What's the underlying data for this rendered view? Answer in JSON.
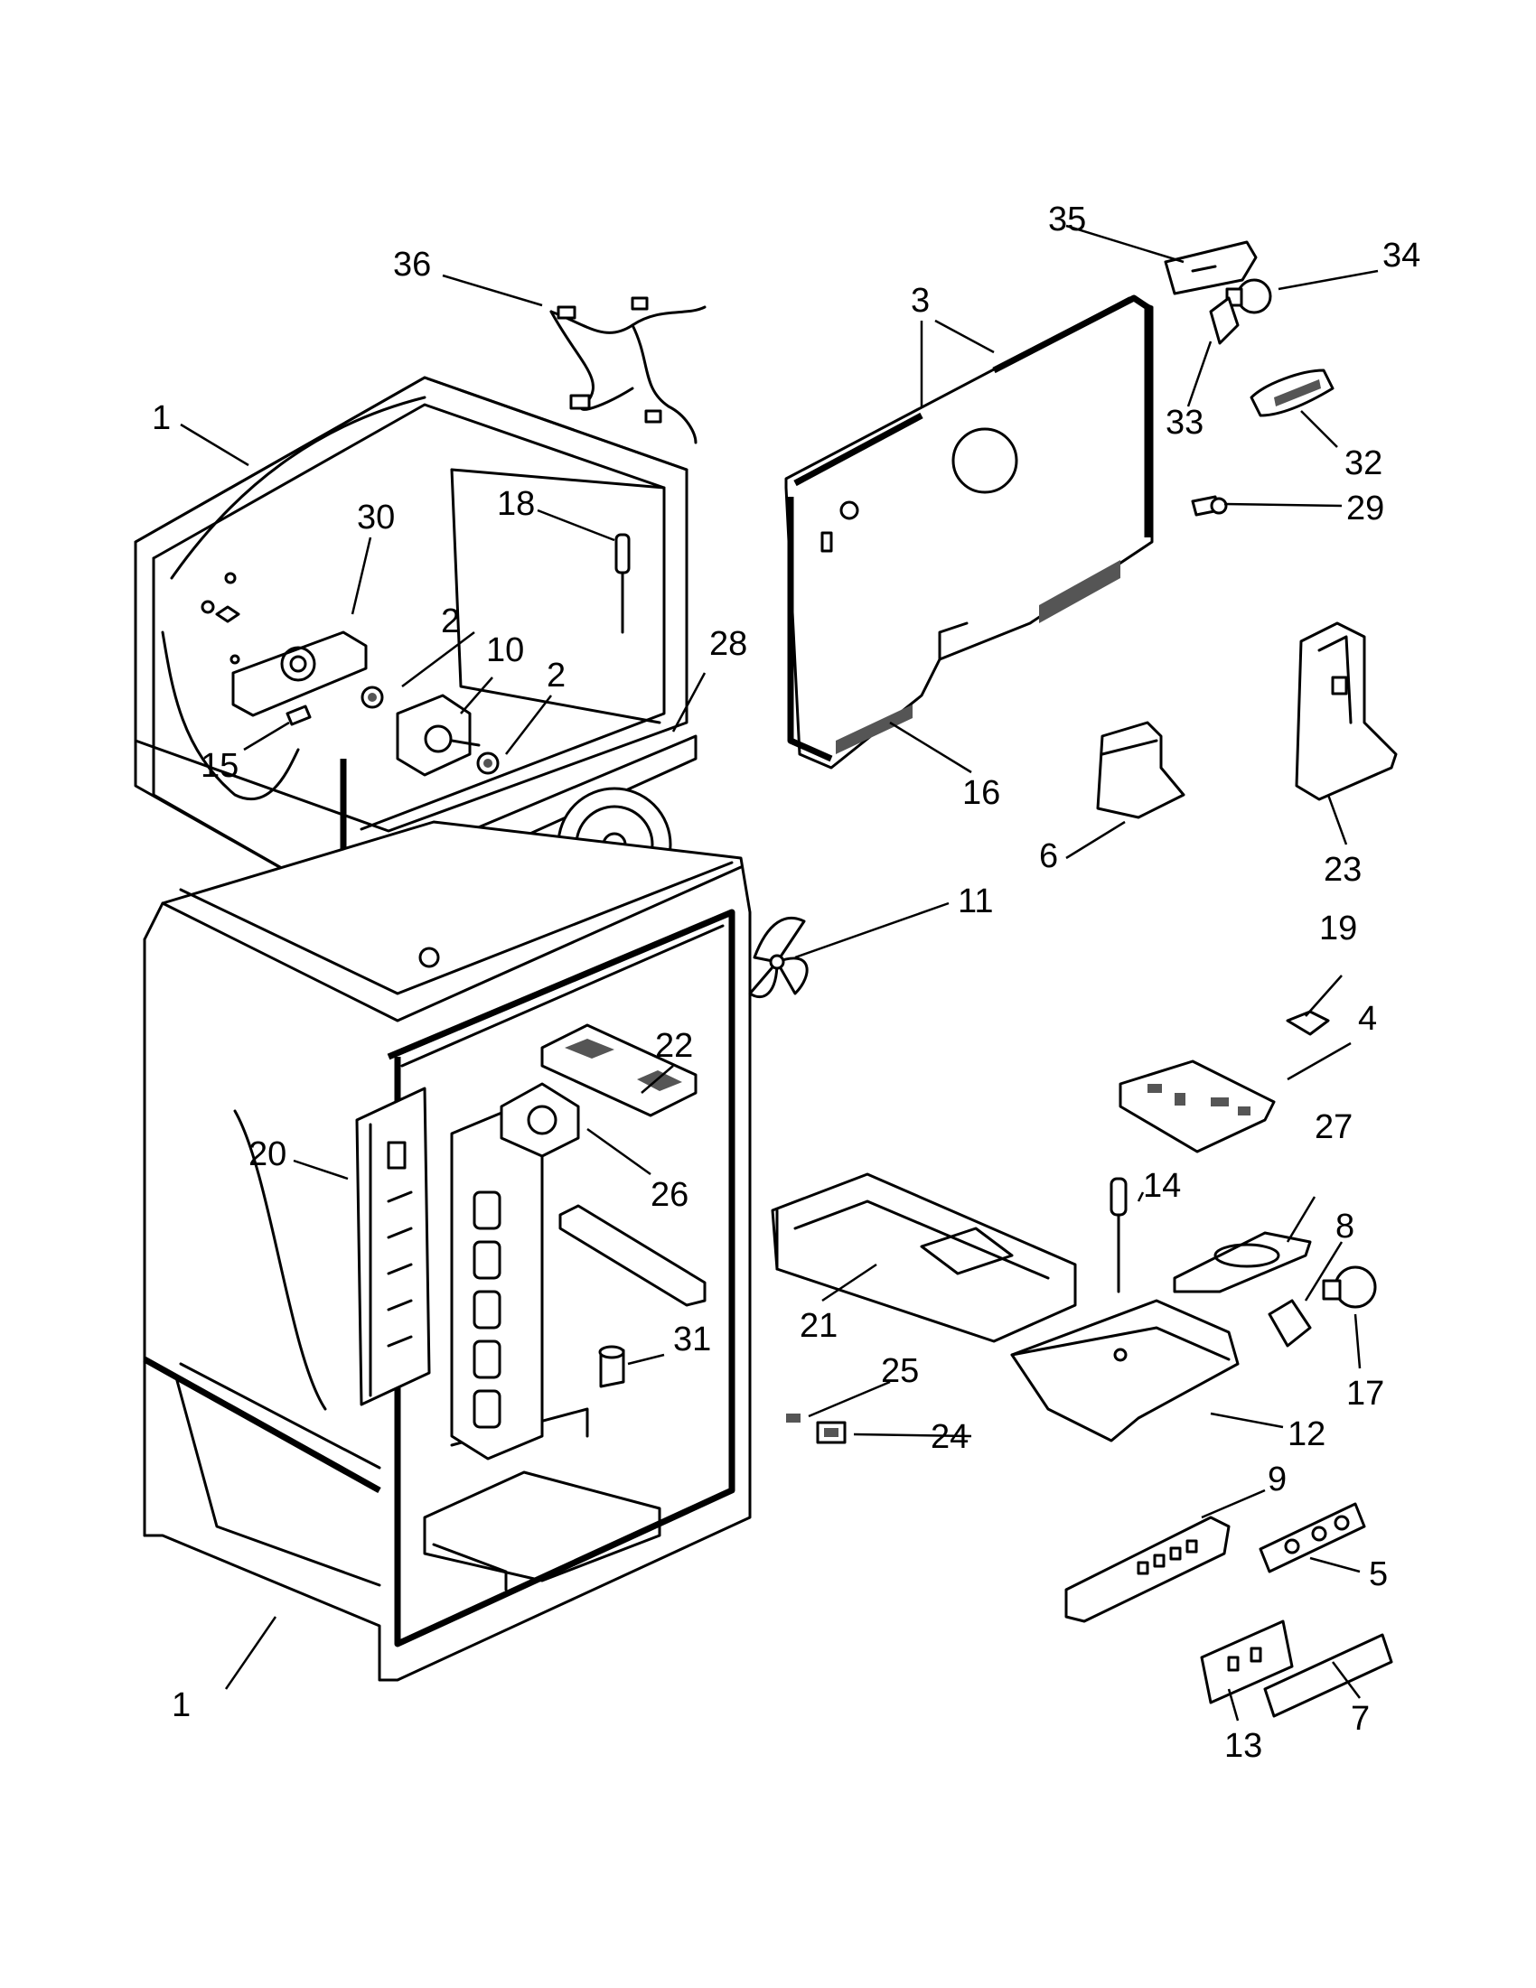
{
  "callouts": [
    {
      "id": "c1a",
      "text": "1"
    },
    {
      "id": "c1b",
      "text": "1"
    },
    {
      "id": "c2a",
      "text": "2"
    },
    {
      "id": "c2b",
      "text": "2"
    },
    {
      "id": "c3",
      "text": "3"
    },
    {
      "id": "c4",
      "text": "4"
    },
    {
      "id": "c5",
      "text": "5"
    },
    {
      "id": "c6",
      "text": "6"
    },
    {
      "id": "c7",
      "text": "7"
    },
    {
      "id": "c8",
      "text": "8"
    },
    {
      "id": "c9",
      "text": "9"
    },
    {
      "id": "c10",
      "text": "10"
    },
    {
      "id": "c11",
      "text": "11"
    },
    {
      "id": "c12",
      "text": "12"
    },
    {
      "id": "c13",
      "text": "13"
    },
    {
      "id": "c14",
      "text": "14"
    },
    {
      "id": "c15",
      "text": "15"
    },
    {
      "id": "c16",
      "text": "16"
    },
    {
      "id": "c17",
      "text": "17"
    },
    {
      "id": "c18",
      "text": "18"
    },
    {
      "id": "c19",
      "text": "19"
    },
    {
      "id": "c20",
      "text": "20"
    },
    {
      "id": "c21",
      "text": "21"
    },
    {
      "id": "c22",
      "text": "22"
    },
    {
      "id": "c23",
      "text": "23"
    },
    {
      "id": "c24",
      "text": "24"
    },
    {
      "id": "c25",
      "text": "25"
    },
    {
      "id": "c26",
      "text": "26"
    },
    {
      "id": "c27",
      "text": "27"
    },
    {
      "id": "c28",
      "text": "28"
    },
    {
      "id": "c29",
      "text": "29"
    },
    {
      "id": "c30",
      "text": "30"
    },
    {
      "id": "c31",
      "text": "31"
    },
    {
      "id": "c32",
      "text": "32"
    },
    {
      "id": "c33",
      "text": "33"
    },
    {
      "id": "c34",
      "text": "34"
    },
    {
      "id": "c35",
      "text": "35"
    },
    {
      "id": "c36",
      "text": "36"
    }
  ]
}
